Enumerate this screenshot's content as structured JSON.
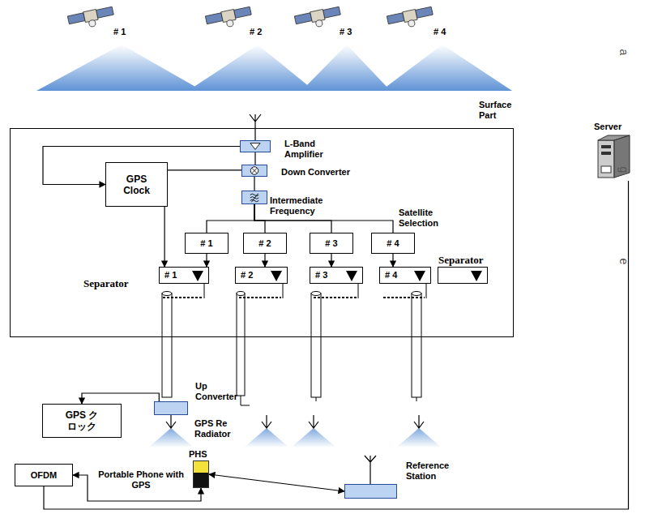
{
  "diagram": {
    "nodes": [
      {
        "text": [
          "Surface Part"
        ]
      },
      {
        "text": [
          "L-Band Amplifier"
        ],
        "in": 0
      },
      {
        "text": [
          "Down Converter"
        ],
        "in": 0
      },
      {
        "text": [
          "Intermediate Frequency"
        ],
        "in": 0
      },
      {
        "text": [
          "GPS Clock"
        ],
        "in": 0
      },
      {
        "text": [
          "# 1"
        ],
        "in": 0
      },
      {
        "text": [
          "# 2"
        ],
        "in": 0
      },
      {
        "text": [
          "# 3"
        ],
        "in": 0
      },
      {
        "text": [
          "# 4"
        ],
        "in": 0
      },
      {
        "text": [
          "Separator",
          "# 1"
        ],
        "in": 0
      },
      {
        "text": [
          "# 2"
        ],
        "in": 0
      },
      {
        "text": [
          "# 3"
        ],
        "in": 0
      },
      {
        "text": [
          "# 4"
        ],
        "in": 0
      },
      {
        "text": [
          "Separator"
        ],
        "in": 0
      },
      {
        "text": [
          "Up Converter"
        ]
      },
      {
        "text": [
          "GPS クロック"
        ]
      },
      {
        "text": [
          "OFDM"
        ]
      },
      {
        "text": [
          "PHS",
          "Portable Phone with GPS"
        ]
      },
      {
        "text": [
          "Reference Station"
        ]
      },
      {
        "text": [
          "Server"
        ]
      }
    ],
    "edges": [
      {
        "from": 1,
        "to": 2,
        "arrow": "none"
      },
      {
        "from": 2,
        "to": 3,
        "arrow": "none"
      },
      {
        "from": 1,
        "to": 4,
        "arrow": "to"
      },
      {
        "from": 4,
        "to": 2,
        "arrow": "none"
      },
      {
        "from": 4,
        "to": 9,
        "arrow": "to"
      },
      {
        "from": 3,
        "to": 5,
        "arrow": "none"
      },
      {
        "from": 3,
        "to": 6,
        "arrow": "none"
      },
      {
        "from": 3,
        "to": 7,
        "arrow": "none"
      },
      {
        "from": 3,
        "to": 8,
        "arrow": "none"
      },
      {
        "from": 5,
        "to": 9,
        "arrow": "to"
      },
      {
        "from": 6,
        "to": 10,
        "arrow": "to"
      },
      {
        "from": 7,
        "to": 11,
        "arrow": "to"
      },
      {
        "from": 8,
        "to": 12,
        "arrow": "to"
      },
      {
        "from": 14,
        "to": 15,
        "arrow": "to"
      },
      {
        "from": 16,
        "to": 17,
        "arrow": "both"
      },
      {
        "from": 17,
        "to": 18,
        "arrow": "both"
      },
      {
        "from": 19,
        "to": 16,
        "arrow": "none"
      }
    ],
    "labels": [
      "# 1",
      "# 2",
      "# 3",
      "# 4",
      "Satellite Selection",
      "GPS Re Radiator",
      "a",
      "g",
      "e"
    ]
  }
}
